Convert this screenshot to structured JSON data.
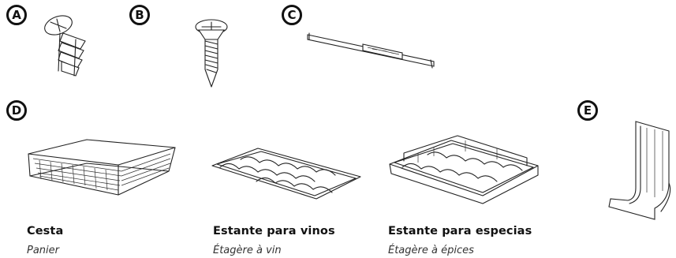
{
  "labels": {
    "a": "A",
    "b": "B",
    "c": "C",
    "d": "D",
    "e": "E"
  },
  "parts": [
    {
      "letter": "A",
      "icon": "plastic-anchor-screw-icon"
    },
    {
      "letter": "B",
      "icon": "countersunk-screw-icon"
    },
    {
      "letter": "C",
      "icon": "slide-rail-icon"
    },
    {
      "letter": "E",
      "icon": "curved-bracket-icon"
    }
  ],
  "accessories": [
    {
      "name": "Cesta",
      "translation": "Panier",
      "icon": "wire-basket-icon"
    },
    {
      "name": "Estante para vinos",
      "translation": "Étagère à vin",
      "icon": "wine-rack-icon"
    },
    {
      "name": "Estante para especias",
      "translation": "Étagère à épices",
      "icon": "spice-rack-icon"
    }
  ],
  "colors": {
    "line": "#222222",
    "background": "#ffffff"
  }
}
